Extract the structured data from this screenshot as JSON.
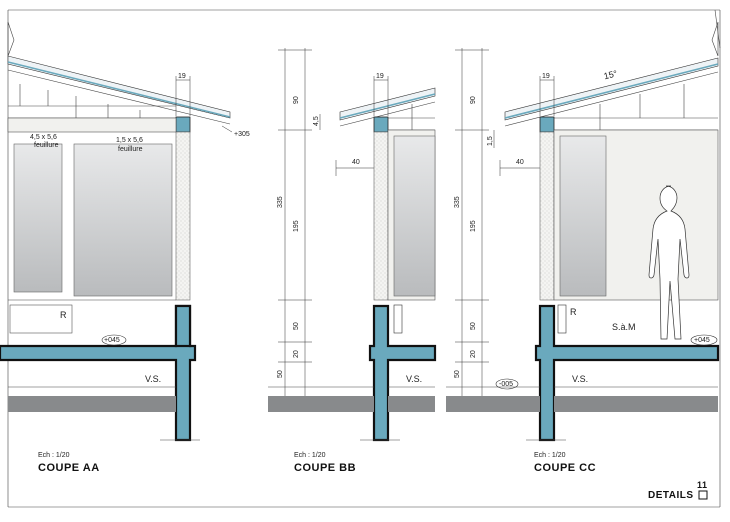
{
  "sections": [
    {
      "id": "aa",
      "title": "COUPE AA",
      "scale": "Ech : 1/20",
      "vs_label": "V.S.",
      "radiator_label": "R",
      "level_floor": "+045",
      "level_eave": "+305",
      "dim_beam": "19",
      "window_note_1a": "4,5 x 5,6",
      "window_note_1b": "feuillure",
      "window_note_2a": "1,5 x 5,6",
      "window_note_2b": "feuillure"
    },
    {
      "id": "bb",
      "title": "COUPE BB",
      "scale": "Ech : 1/20",
      "vs_label": "V.S.",
      "dim_beam": "19",
      "dim_overhang": "40",
      "dim_small": "4,5",
      "vertical_dims": [
        "90",
        "335",
        "195",
        "50",
        "20",
        "50"
      ]
    },
    {
      "id": "cc",
      "title": "COUPE CC",
      "scale": "Ech : 1/20",
      "vs_label": "V.S.",
      "radiator_label": "R",
      "room_label": "S.à.M",
      "roof_angle": "15°",
      "level_floor": "+045",
      "level_ground": "-005",
      "dim_beam": "19",
      "dim_overhang": "40",
      "dim_small": "1,5",
      "vertical_dims": [
        "90",
        "335",
        "195",
        "50",
        "20",
        "50"
      ]
    }
  ],
  "footer": {
    "page_number": "11",
    "label": "DETAILS"
  },
  "colors": {
    "structure_blue": "#6aa9bd",
    "ground_grey": "#888a8c",
    "glass_grey": "#c9cbcc"
  }
}
